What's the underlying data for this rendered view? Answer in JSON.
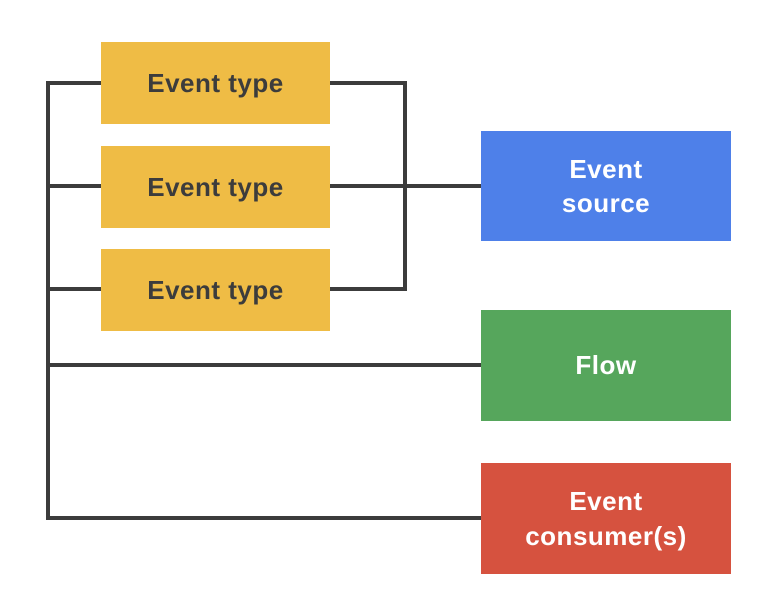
{
  "diagram": {
    "colors": {
      "background": "#FFFFFF",
      "connector": "#3C3C3C",
      "event_type_fill": "#EFBC45",
      "event_type_text": "#3C3C3C",
      "event_source_fill": "#4E80E9",
      "flow_fill": "#56A65C",
      "event_consumers_fill": "#D6523F",
      "light_text": "#FFFFFF"
    },
    "nodes": {
      "event_type_1": {
        "label": "Event type"
      },
      "event_type_2": {
        "label": "Event type"
      },
      "event_type_3": {
        "label": "Event type"
      },
      "event_source": {
        "label": "Event\nsource"
      },
      "flow": {
        "label": "Flow"
      },
      "event_consumers": {
        "label": "Event\nconsumer(s)"
      }
    }
  }
}
